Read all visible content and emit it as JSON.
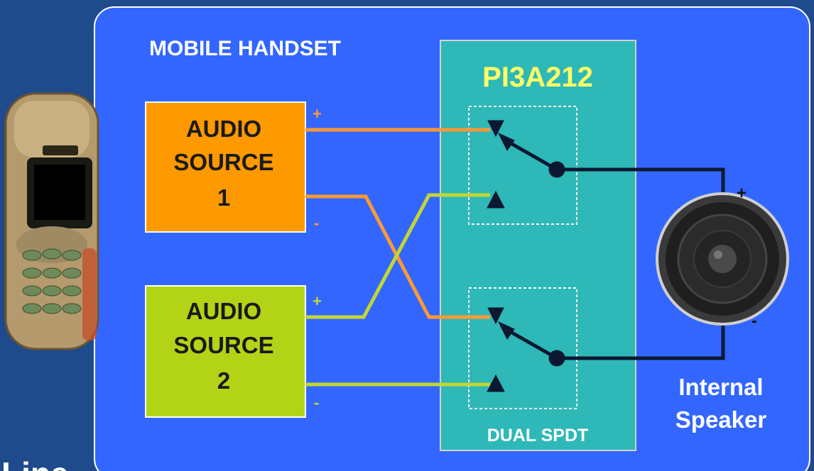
{
  "handset_label": "MOBILE HANDSET",
  "chip": {
    "name": "PI3A212",
    "subtitle": "DUAL SPDT"
  },
  "source1": {
    "line1": "AUDIO",
    "line2": "SOURCE",
    "line3": "1",
    "plus": "+",
    "minus": "-"
  },
  "source2": {
    "line1": "AUDIO",
    "line2": "SOURCE",
    "line3": "2",
    "plus": "+",
    "minus": "-"
  },
  "speaker": {
    "line1": "Internal",
    "line2": "Speaker",
    "plus": "+",
    "minus": "-"
  },
  "bottom_text": "Line",
  "colors": {
    "background": "#1f4a8c",
    "panel": "#3366ff",
    "chip": "#2eb8b8",
    "source1": "#ff9900",
    "source2": "#b3d416",
    "wire_orange": "#ff9933",
    "wire_green": "#c2d633",
    "wire_dark": "#0b1830",
    "chip_title": "#ffff66"
  }
}
